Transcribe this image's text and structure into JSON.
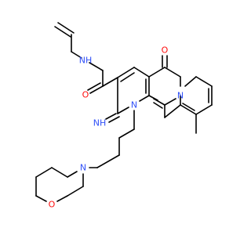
{
  "structure": {
    "atoms": {
      "allyl_nh": "NH",
      "amide_o": "O",
      "imine_nh": "NH",
      "ring_n1": "N",
      "ring_n2": "N",
      "ring_n3": "N",
      "ketone_o": "O",
      "morph_n": "N",
      "morph_o": "O"
    },
    "colors": {
      "nitrogen": "#3050F8",
      "oxygen": "#FF0D0D",
      "carbon_bond": "#000000"
    }
  }
}
